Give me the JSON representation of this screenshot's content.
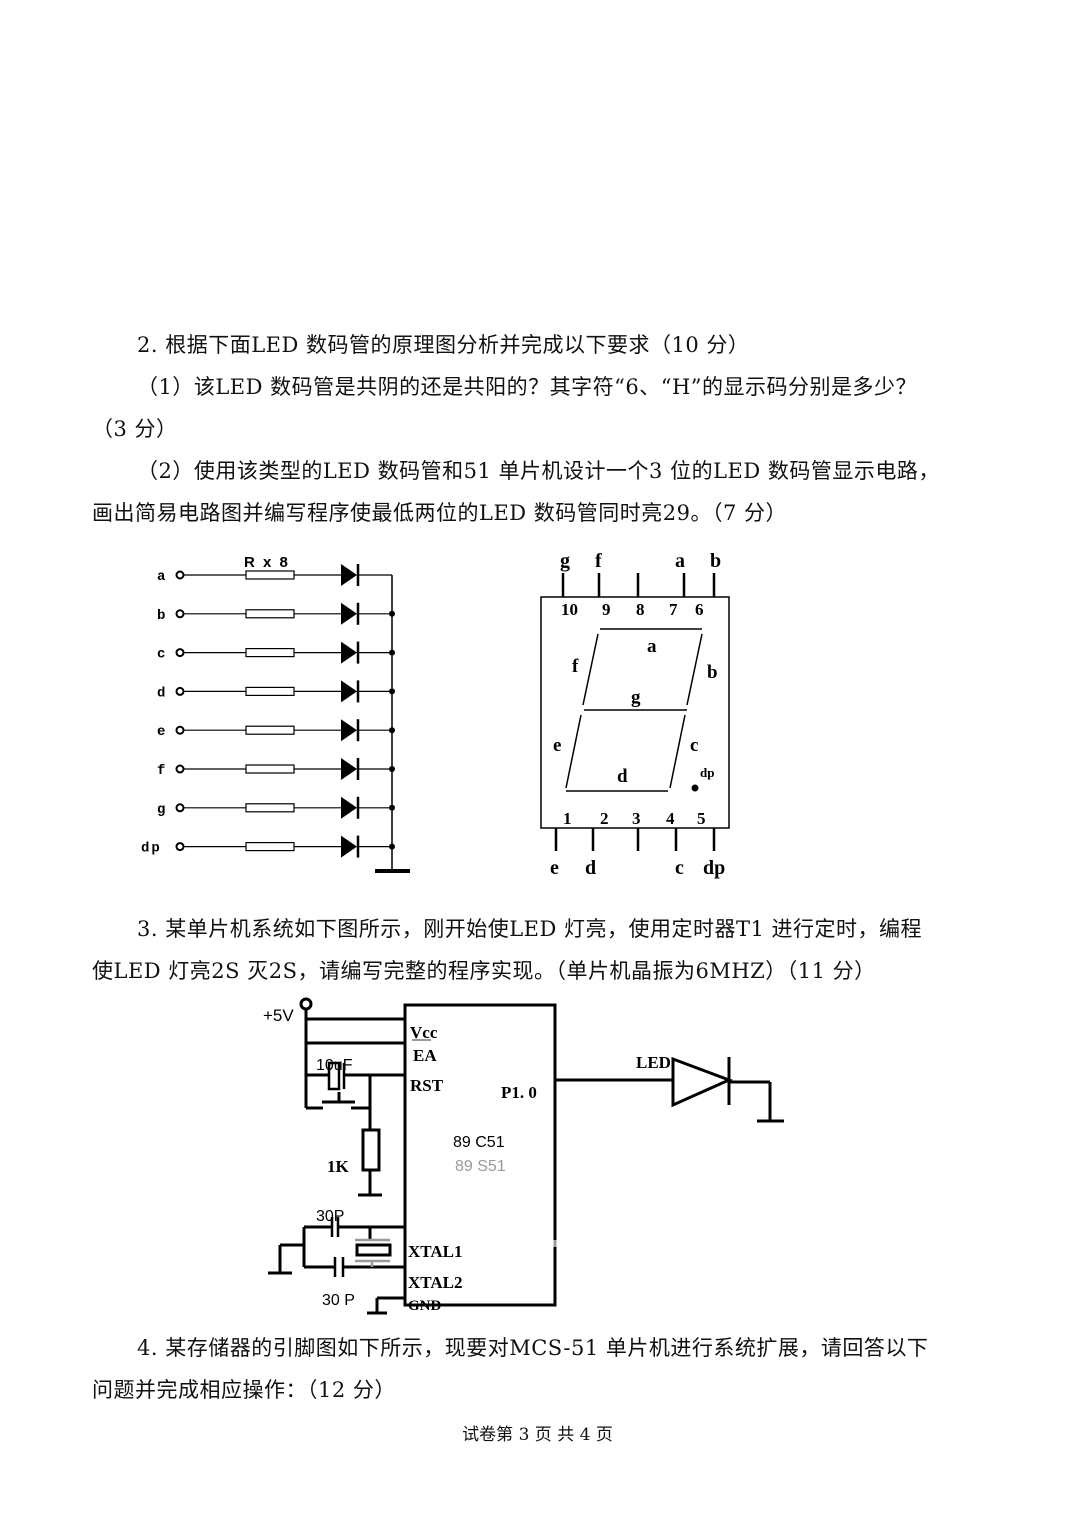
{
  "question2": {
    "title": "2. 根据下面LED 数码管的原理图分析并完成以下要求（10 分）",
    "part1_line1": "（1）该LED 数码管是共阴的还是共阳的？其字符“6、“H”的显示码分别是多少？",
    "part1_line2": "（3 分）",
    "part2_line1": "（2）使用该类型的LED 数码管和51 单片机设计一个3 位的LED 数码管显示电路，",
    "part2_line2": "画出简易电路图并编写程序使最低两位的LED 数码管同时亮29。（7 分）"
  },
  "led_schematic": {
    "resistor_label": "R x 8",
    "inputs": [
      "a",
      "b",
      "c",
      "d",
      "e",
      "f",
      "g",
      "dp"
    ]
  },
  "seven_segment": {
    "top_pin_labels": [
      "g",
      "f",
      "a",
      "b"
    ],
    "top_pin_numbers": [
      "10",
      "9",
      "8",
      "7",
      "6"
    ],
    "bottom_pin_numbers": [
      "1",
      "2",
      "3",
      "4",
      "5"
    ],
    "bottom_pin_labels": [
      "e",
      "d",
      "c",
      "dp"
    ],
    "segment_labels": {
      "a": "a",
      "b": "b",
      "c": "c",
      "d": "d",
      "e": "e",
      "f": "f",
      "g": "g",
      "dp": "dp"
    }
  },
  "question3": {
    "line1": "3. 某单片机系统如下图所示，刚开始使LED 灯亮，使用定时器T1 进行定时，编程",
    "line2": "使LED 灯亮2S 灭2S，请编写完整的程序实现。（单片机晶振为6MHZ）（11 分）"
  },
  "mcu_circuit": {
    "supply": "+5V",
    "pins": {
      "vcc": "Vcc",
      "ea": "EA",
      "rst": "RST",
      "p10": "P1. 0",
      "xtal1": "XTAL1",
      "xtal2": "XTAL2",
      "gnd": "GND"
    },
    "chip_model": "89 C51",
    "chip_model_alt": "89 S51",
    "capacitor_rst": "10uF",
    "resistor": "1K",
    "capacitor_xtal1": "30P",
    "capacitor_xtal2": "30 P",
    "led_label": "LED",
    "colors": {
      "line": "#000000",
      "alt_text": "#9a9a9a"
    }
  },
  "question4": {
    "line1": "4. 某存储器的引脚图如下所示，现要对MCS-51 单片机进行系统扩展，请回答以下",
    "line2": "问题并完成相应操作：（12 分）"
  },
  "footer": {
    "page_text": "试卷第 3 页 共 4 页"
  }
}
